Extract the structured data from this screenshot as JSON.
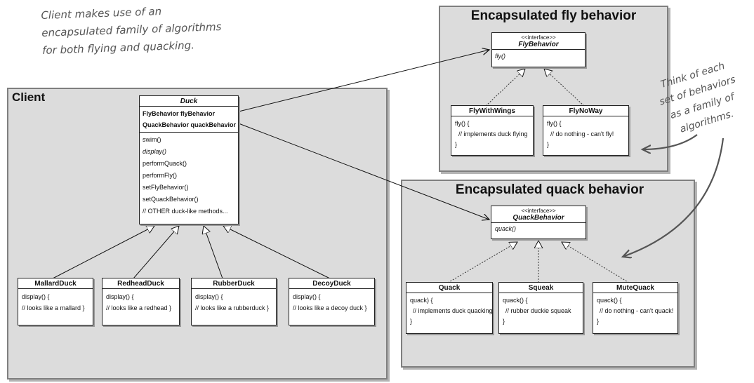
{
  "client_note": [
    "Client makes use of an",
    "encapsulated family of algorithms",
    "for both flying and quacking."
  ],
  "family_note": [
    "Think of each",
    "set of behaviors",
    "as a family of",
    "algorithms."
  ],
  "client_panel": {
    "title": "Client",
    "duck": {
      "name": "Duck",
      "fields": [
        "FlyBehavior flyBehavior",
        "QuackBehavior quackBehavior"
      ],
      "methods": [
        "swim()",
        "display()",
        "performQuack()",
        "performFly()",
        "setFlyBehavior()",
        "setQuackBehavior()",
        "// OTHER duck-like methods..."
      ]
    },
    "subclasses": [
      {
        "name": "MallardDuck",
        "lines": [
          "display() {",
          "// looks like a mallard }"
        ]
      },
      {
        "name": "RedheadDuck",
        "lines": [
          "display() {",
          "// looks like a redhead }"
        ]
      },
      {
        "name": "RubberDuck",
        "lines": [
          "display() {",
          "// looks like a rubberduck }"
        ]
      },
      {
        "name": "DecoyDuck",
        "lines": [
          "display() {",
          "// looks like a decoy duck }"
        ]
      }
    ]
  },
  "fly_panel": {
    "title": "Encapsulated fly behavior",
    "interface": {
      "stereotype": "<<interface>>",
      "name": "FlyBehavior",
      "methods": [
        "fly()"
      ]
    },
    "impls": [
      {
        "name": "FlyWithWings",
        "lines": [
          "fly() {",
          "// implements duck flying",
          "}"
        ]
      },
      {
        "name": "FlyNoWay",
        "lines": [
          "fly() {",
          "// do nothing - can't fly!",
          "}"
        ]
      }
    ]
  },
  "quack_panel": {
    "title": "Encapsulated quack behavior",
    "interface": {
      "stereotype": "<<interface>>",
      "name": "QuackBehavior",
      "methods": [
        "quack()"
      ]
    },
    "impls": [
      {
        "name": "Quack",
        "lines": [
          "quack) {",
          "// implements duck quacking",
          "}"
        ]
      },
      {
        "name": "Squeak",
        "lines": [
          "quack() {",
          "// rubber duckie squeak",
          "}"
        ]
      },
      {
        "name": "MuteQuack",
        "lines": [
          "quack() {",
          "// do nothing - can't quack!",
          "}"
        ]
      }
    ]
  }
}
